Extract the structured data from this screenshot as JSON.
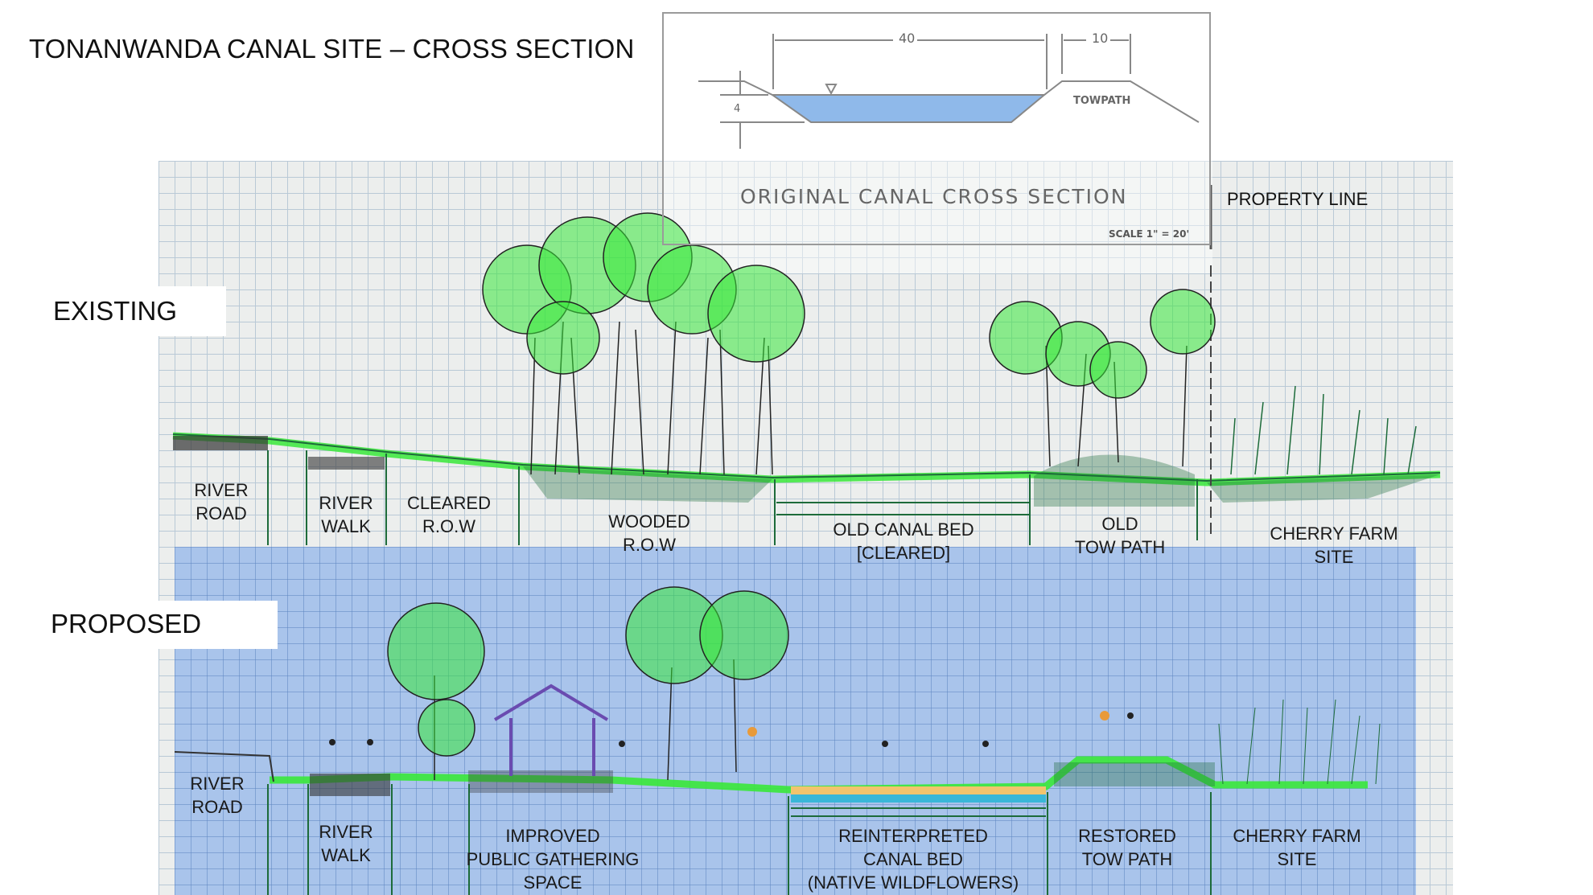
{
  "title": "TONANWANDA CANAL SITE – CROSS SECTION",
  "inset": {
    "title": "ORIGINAL CANAL CROSS SECTION",
    "scale": "SCALE 1\" = 20'",
    "dim_canal": "40",
    "dim_towpath": "10",
    "dim_depth": "4",
    "towpath_label": "TOWPATH"
  },
  "property_line": "PROPERTY LINE",
  "existing": {
    "tag": "EXISTING",
    "zones": [
      {
        "l1": "RIVER",
        "l2": "ROAD"
      },
      {
        "l1": "RIVER",
        "l2": "WALK"
      },
      {
        "l1": "CLEARED",
        "l2": "R.O.W"
      },
      {
        "l1": "WOODED",
        "l2": "R.O.W"
      },
      {
        "l1": "OLD CANAL BED",
        "l2": "[CLEARED]"
      },
      {
        "l1": "OLD",
        "l2": "TOW PATH"
      },
      {
        "l1": "CHERRY FARM",
        "l2": "SITE"
      }
    ]
  },
  "proposed": {
    "tag": "PROPOSED",
    "zones": [
      {
        "l1": "RIVER",
        "l2": "ROAD"
      },
      {
        "l1": "RIVER",
        "l2": "WALK"
      },
      {
        "l1": "IMPROVED",
        "l2": "PUBLIC GATHERING",
        "l3": "SPACE"
      },
      {
        "l1": "REINTERPRETED",
        "l2": "CANAL BED",
        "l3": "(NATIVE WILDFLOWERS)"
      },
      {
        "l1": "RESTORED",
        "l2": "TOW PATH"
      },
      {
        "l1": "CHERRY FARM",
        "l2": "SITE"
      }
    ]
  },
  "colors": {
    "grass": "#39e83a",
    "tree_line": "#222222",
    "water": "#6aa6e6",
    "pavilion": "#6a4bb0"
  }
}
